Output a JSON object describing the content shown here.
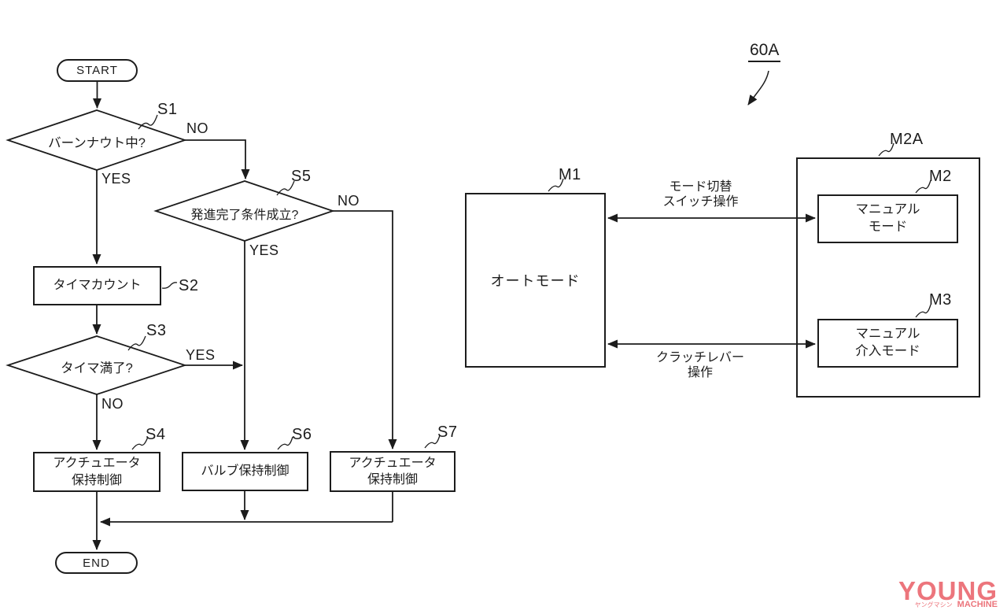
{
  "flowchart": {
    "start": "START",
    "end": "END",
    "s1": {
      "label": "S1",
      "text": "バーンナウト中?",
      "no": "NO",
      "yes": "YES"
    },
    "s2": {
      "label": "S2",
      "text": "タイマカウント"
    },
    "s3": {
      "label": "S3",
      "text": "タイマ満了?",
      "yes": "YES",
      "no": "NO"
    },
    "s5": {
      "label": "S5",
      "text": "発進完了条件成立?",
      "no": "NO",
      "yes": "YES"
    },
    "s4": {
      "label": "S4",
      "line1": "アクチュエータ",
      "line2": "保持制御"
    },
    "s6": {
      "label": "S6",
      "text": "バルブ保持制御"
    },
    "s7": {
      "label": "S7",
      "line1": "アクチュエータ",
      "line2": "保持制御"
    }
  },
  "mode_diagram": {
    "figure_label": "60A",
    "m1": {
      "label": "M1",
      "text": "オートモード"
    },
    "m2a": {
      "label": "M2A"
    },
    "m2": {
      "label": "M2",
      "line1": "マニュアル",
      "line2": "モード"
    },
    "m3": {
      "label": "M3",
      "line1": "マニュアル",
      "line2": "介入モード"
    },
    "arrow_top": {
      "line1": "モード切替",
      "line2": "スイッチ操作"
    },
    "arrow_bottom": {
      "line1": "クラッチレバー",
      "line2": "操作"
    }
  },
  "watermark": {
    "young": "YOUNG",
    "katakana": "ヤングマシン",
    "machine": "MACHINE",
    "color": "#ec757c"
  },
  "colors": {
    "line": "#1c1c1c",
    "background": "#ffffff"
  }
}
